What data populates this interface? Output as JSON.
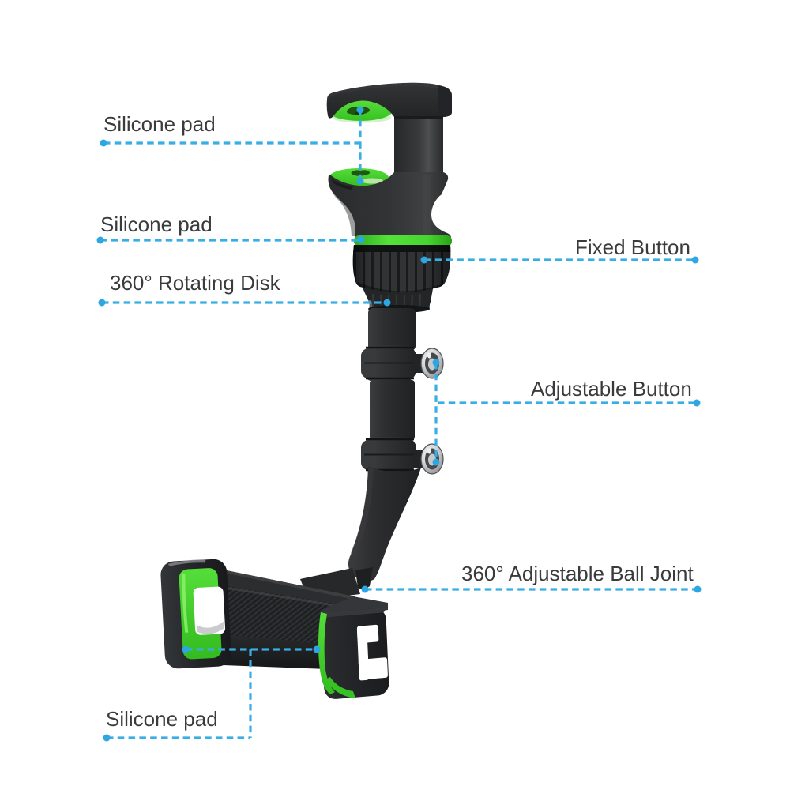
{
  "figure": {
    "type": "product-callout-diagram",
    "subject": "rearview mirror phone holder",
    "background": "#ffffff"
  },
  "colors": {
    "callout_line": "#38ade6",
    "callout_dot": "#2ea6e2",
    "label_text": "#3a3b3d",
    "accent_green": "#3ed32c",
    "body_black": "#27282a",
    "chrome": "#d7d8da"
  },
  "callouts": [
    {
      "id": "silicone-pad-top",
      "text": "Silicone pad"
    },
    {
      "id": "silicone-pad-ring",
      "text": "Silicone pad"
    },
    {
      "id": "rotating-disk",
      "text": "360° Rotating Disk"
    },
    {
      "id": "fixed-button",
      "text": "Fixed Button"
    },
    {
      "id": "adjustable-button",
      "text": "Adjustable Button"
    },
    {
      "id": "ball-joint",
      "text": "360° Adjustable Ball Joint"
    },
    {
      "id": "silicone-pad-cradle",
      "text": "Silicone pad"
    }
  ]
}
